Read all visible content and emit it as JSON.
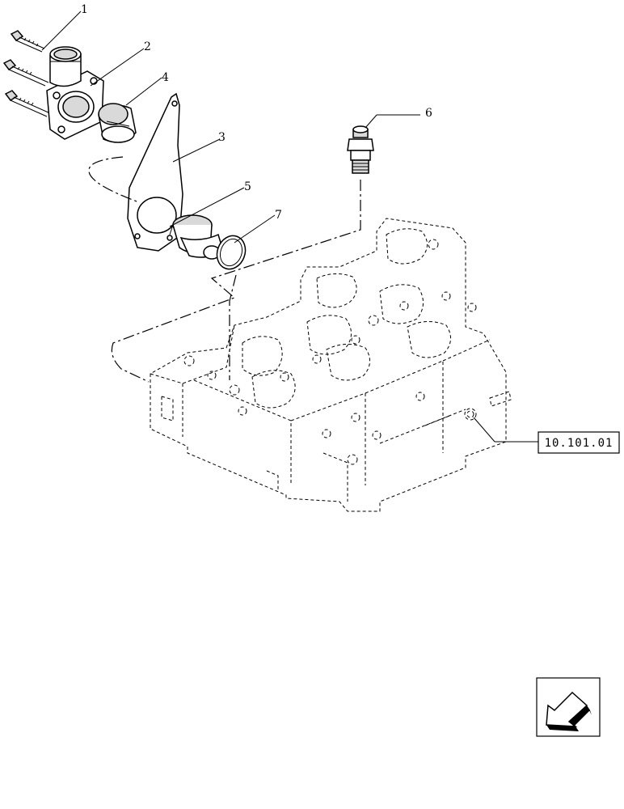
{
  "callouts": {
    "c1": "1",
    "c2": "2",
    "c3": "3",
    "c4": "4",
    "c5": "5",
    "c6": "6",
    "c7": "7"
  },
  "reference_box": {
    "label": "10.101.01"
  },
  "nav_icon": {
    "icon": "previous-page-arrow-icon"
  }
}
